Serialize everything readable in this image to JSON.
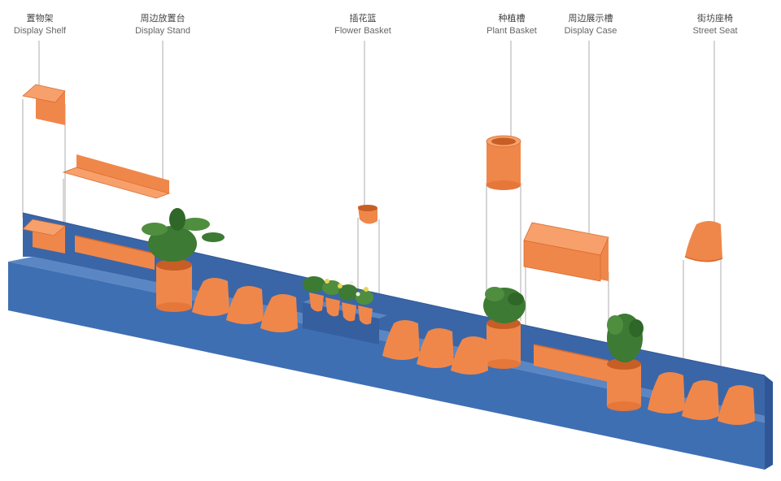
{
  "labels": [
    {
      "zh": "置物架",
      "en": "Display Shelf"
    },
    {
      "zh": "周边放置台",
      "en": "Display Stand"
    },
    {
      "zh": "插花篮",
      "en": "Flower Basket"
    },
    {
      "zh": "种植槽",
      "en": "Plant Basket"
    },
    {
      "zh": "周边展示槽",
      "en": "Display Case"
    },
    {
      "zh": "街坊座椅",
      "en": "Street Seat"
    }
  ],
  "colors": {
    "wall_blue": "#3f6fb3",
    "wall_blue_dark": "#2f5797",
    "wall_blue_top": "#5a86c4",
    "accent_orange": "#f0874a",
    "orange_dark": "#d96a2e",
    "plant_green": "#3d7a34",
    "flower_yellow": "#e8d45a"
  }
}
